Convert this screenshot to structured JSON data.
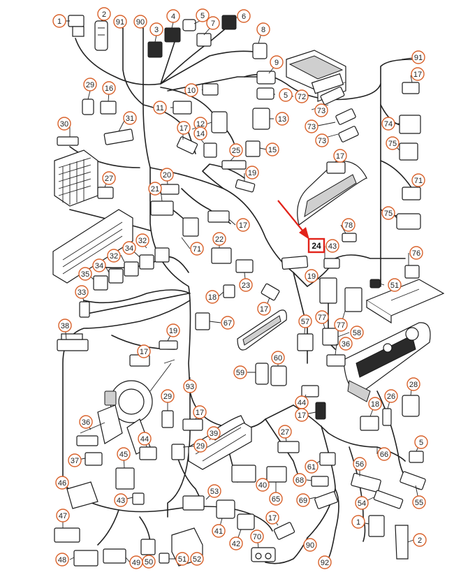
{
  "callouts": [
    {
      "label": "1"
    },
    {
      "label": "2"
    },
    {
      "label": "91"
    },
    {
      "label": "90"
    },
    {
      "label": "3"
    },
    {
      "label": "4"
    },
    {
      "label": "5"
    },
    {
      "label": "7"
    },
    {
      "label": "6"
    },
    {
      "label": "8"
    },
    {
      "label": "91"
    },
    {
      "label": "9"
    },
    {
      "label": "29"
    },
    {
      "label": "16"
    },
    {
      "label": "10"
    },
    {
      "label": "5"
    },
    {
      "label": "72"
    },
    {
      "label": "17"
    },
    {
      "label": "11"
    },
    {
      "label": "12"
    },
    {
      "label": "13"
    },
    {
      "label": "73"
    },
    {
      "label": "30"
    },
    {
      "label": "31"
    },
    {
      "label": "17"
    },
    {
      "label": "14"
    },
    {
      "label": "73"
    },
    {
      "label": "74"
    },
    {
      "label": "73"
    },
    {
      "label": "25"
    },
    {
      "label": "15"
    },
    {
      "label": "75"
    },
    {
      "label": "17"
    },
    {
      "label": "19"
    },
    {
      "label": "27"
    },
    {
      "label": "20"
    },
    {
      "label": "71"
    },
    {
      "label": "21"
    },
    {
      "label": "17"
    },
    {
      "label": "75"
    },
    {
      "label": "78"
    },
    {
      "label": "22"
    },
    {
      "label": "32"
    },
    {
      "label": "43"
    },
    {
      "label": "34"
    },
    {
      "label": "71"
    },
    {
      "label": "76"
    },
    {
      "label": "32"
    },
    {
      "label": "34"
    },
    {
      "label": "23"
    },
    {
      "label": "35"
    },
    {
      "label": "19"
    },
    {
      "label": "51"
    },
    {
      "label": "33"
    },
    {
      "label": "18"
    },
    {
      "label": "17"
    },
    {
      "label": "67"
    },
    {
      "label": "57"
    },
    {
      "label": "77"
    },
    {
      "label": "77"
    },
    {
      "label": "38"
    },
    {
      "label": "19"
    },
    {
      "label": "58"
    },
    {
      "label": "36"
    },
    {
      "label": "17"
    },
    {
      "label": "59"
    },
    {
      "label": "60"
    },
    {
      "label": "93"
    },
    {
      "label": "28"
    },
    {
      "label": "29"
    },
    {
      "label": "26"
    },
    {
      "label": "44"
    },
    {
      "label": "17"
    },
    {
      "label": "36"
    },
    {
      "label": "18"
    },
    {
      "label": "17"
    },
    {
      "label": "39"
    },
    {
      "label": "27"
    },
    {
      "label": "5"
    },
    {
      "label": "44"
    },
    {
      "label": "29"
    },
    {
      "label": "37"
    },
    {
      "label": "45"
    },
    {
      "label": "66"
    },
    {
      "label": "56"
    },
    {
      "label": "61"
    },
    {
      "label": "46"
    },
    {
      "label": "40"
    },
    {
      "label": "68"
    },
    {
      "label": "53"
    },
    {
      "label": "65"
    },
    {
      "label": "55"
    },
    {
      "label": "43"
    },
    {
      "label": "69"
    },
    {
      "label": "54"
    },
    {
      "label": "47"
    },
    {
      "label": "41"
    },
    {
      "label": "17"
    },
    {
      "label": "1"
    },
    {
      "label": "42"
    },
    {
      "label": "70"
    },
    {
      "label": "2"
    },
    {
      "label": "90"
    },
    {
      "label": "48"
    },
    {
      "label": "49"
    },
    {
      "label": "50"
    },
    {
      "label": "51"
    },
    {
      "label": "52"
    },
    {
      "label": "92"
    }
  ],
  "highlight": {
    "label": "24"
  }
}
